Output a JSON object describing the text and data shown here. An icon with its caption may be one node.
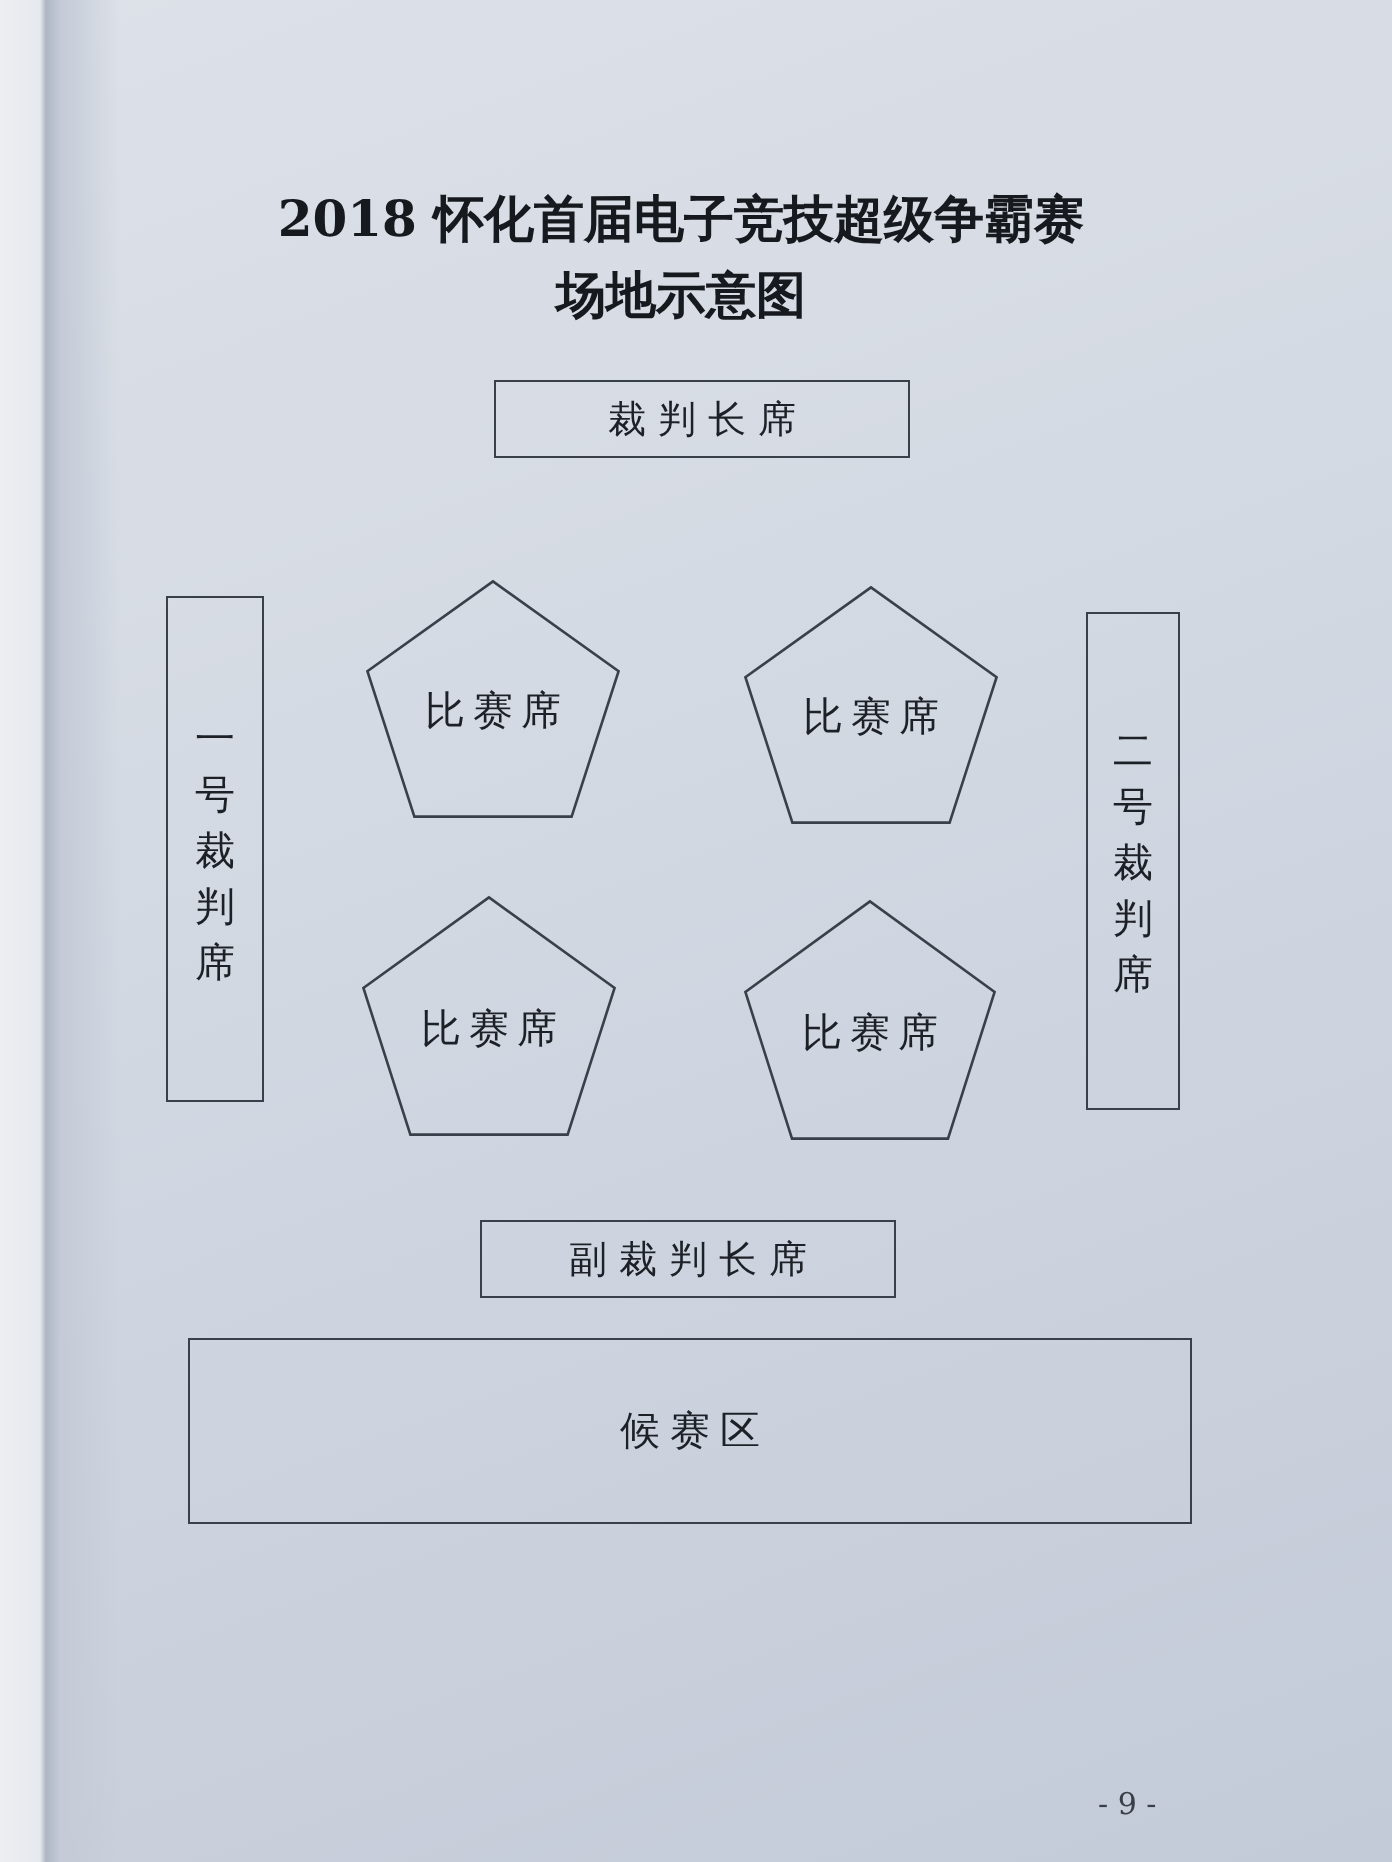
{
  "diagram": {
    "title": "2018 怀化首届电子竞技超级争霸赛场地示意图",
    "nodes": [
      {
        "text": [
          "裁判长席"
        ]
      },
      {
        "text": [
          "一号裁判席"
        ]
      },
      {
        "text": [
          "比赛席"
        ]
      },
      {
        "text": [
          "比赛席"
        ]
      },
      {
        "text": [
          "二号裁判席"
        ]
      },
      {
        "text": [
          "比赛席"
        ]
      },
      {
        "text": [
          "比赛席"
        ]
      },
      {
        "text": [
          "副裁判长席"
        ]
      },
      {
        "text": [
          "候赛区"
        ]
      }
    ],
    "labels": [
      "- 9 -"
    ]
  }
}
